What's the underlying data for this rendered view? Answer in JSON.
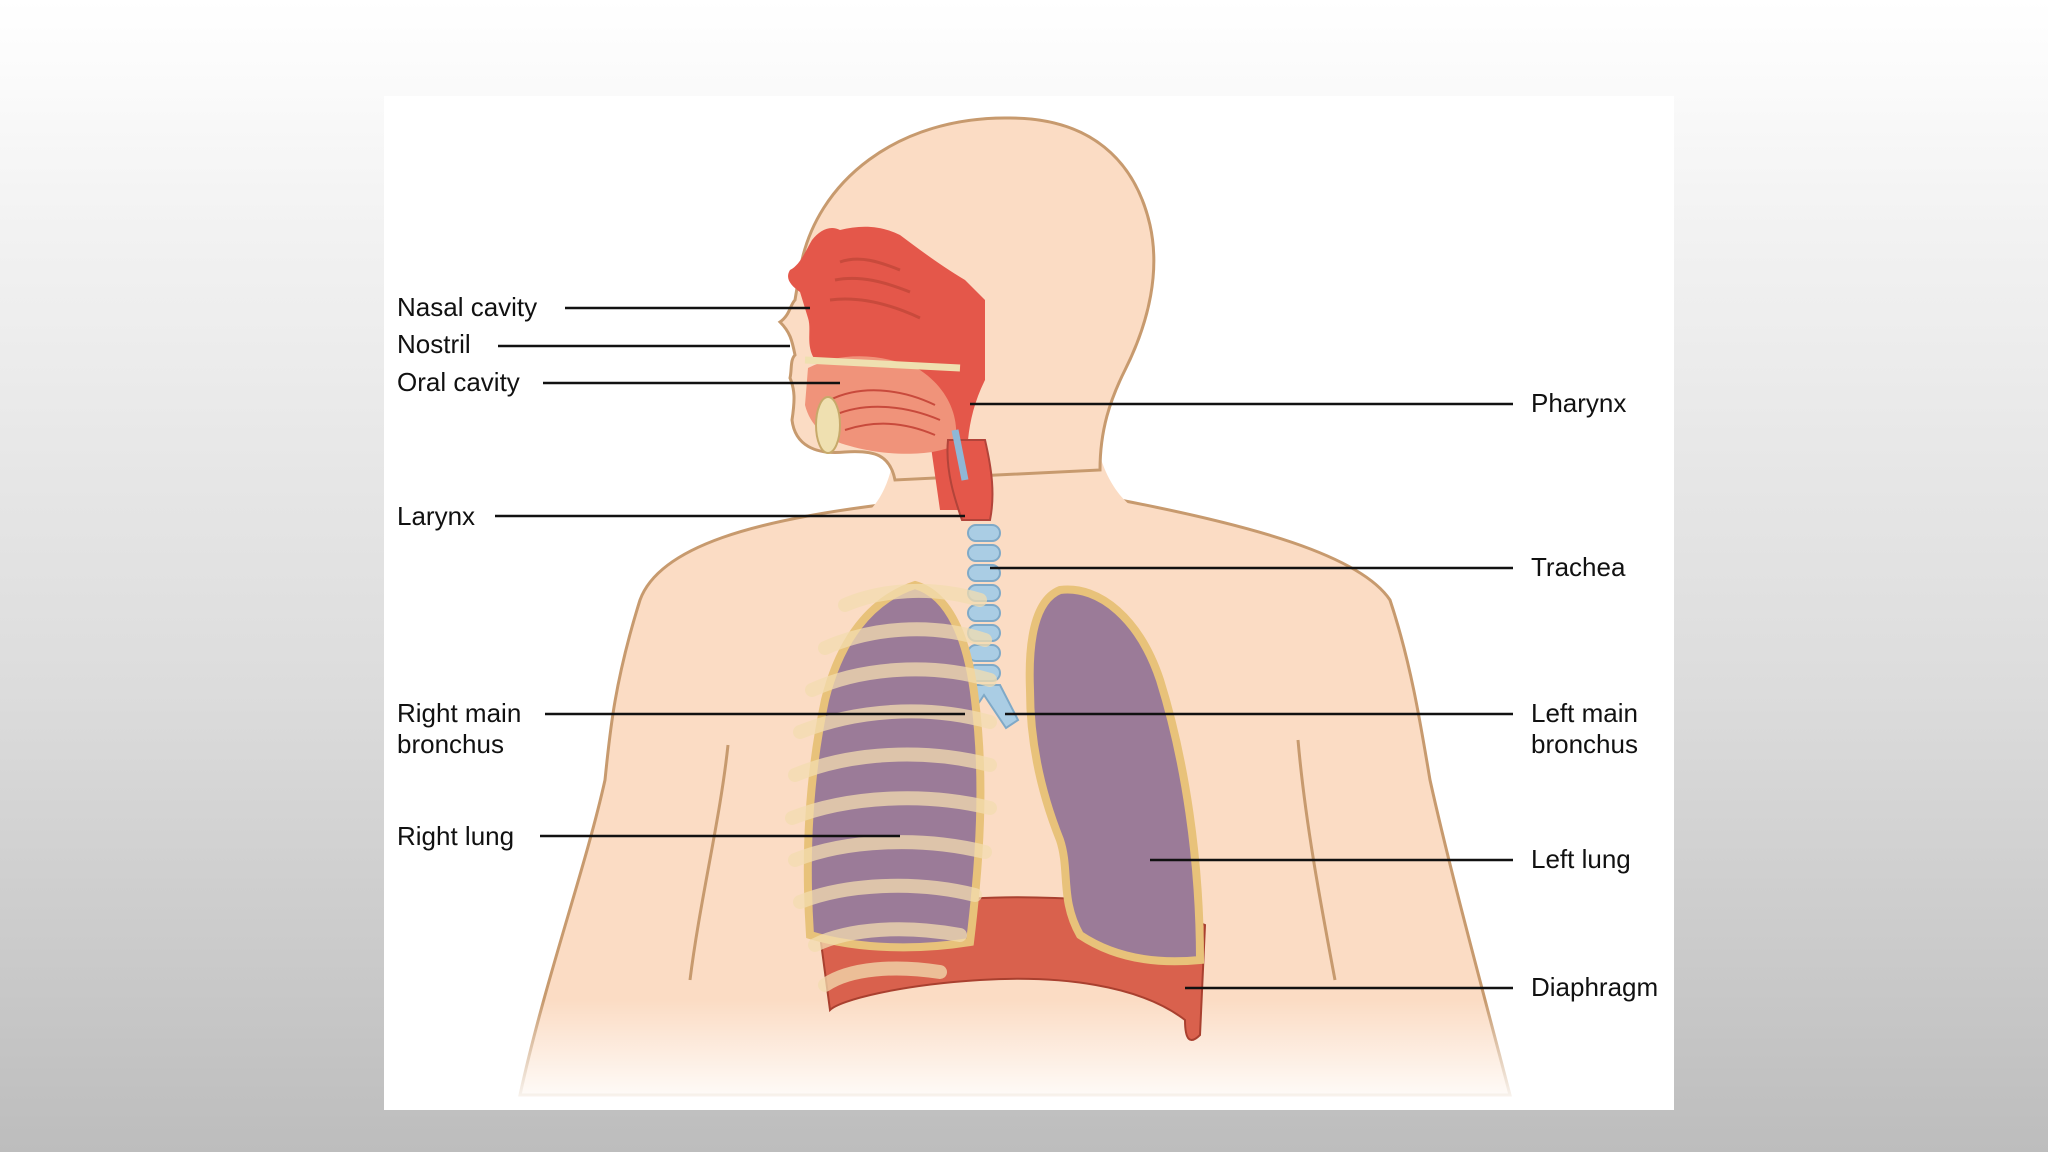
{
  "diagram": {
    "labels_left": {
      "nasal_cavity": "Nasal cavity",
      "nostril": "Nostril",
      "oral_cavity": "Oral cavity",
      "larynx": "Larynx",
      "right_main_bronchus": [
        "Right main",
        "bronchus"
      ],
      "right_lung": "Right lung"
    },
    "labels_right": {
      "pharynx": "Pharynx",
      "trachea": "Trachea",
      "left_main_bronchus": [
        "Left main",
        "bronchus"
      ],
      "left_lung": "Left lung",
      "diaphragm": "Diaphragm"
    }
  },
  "colors": {
    "skin": "#fbdcc4",
    "skin_outline": "#c79a6e",
    "lung": "#9b7b98",
    "lung_rim": "#e8c27a",
    "airway_red": "#e4574a",
    "trachea": "#aacde4",
    "diaphragm": "#d9614d"
  }
}
